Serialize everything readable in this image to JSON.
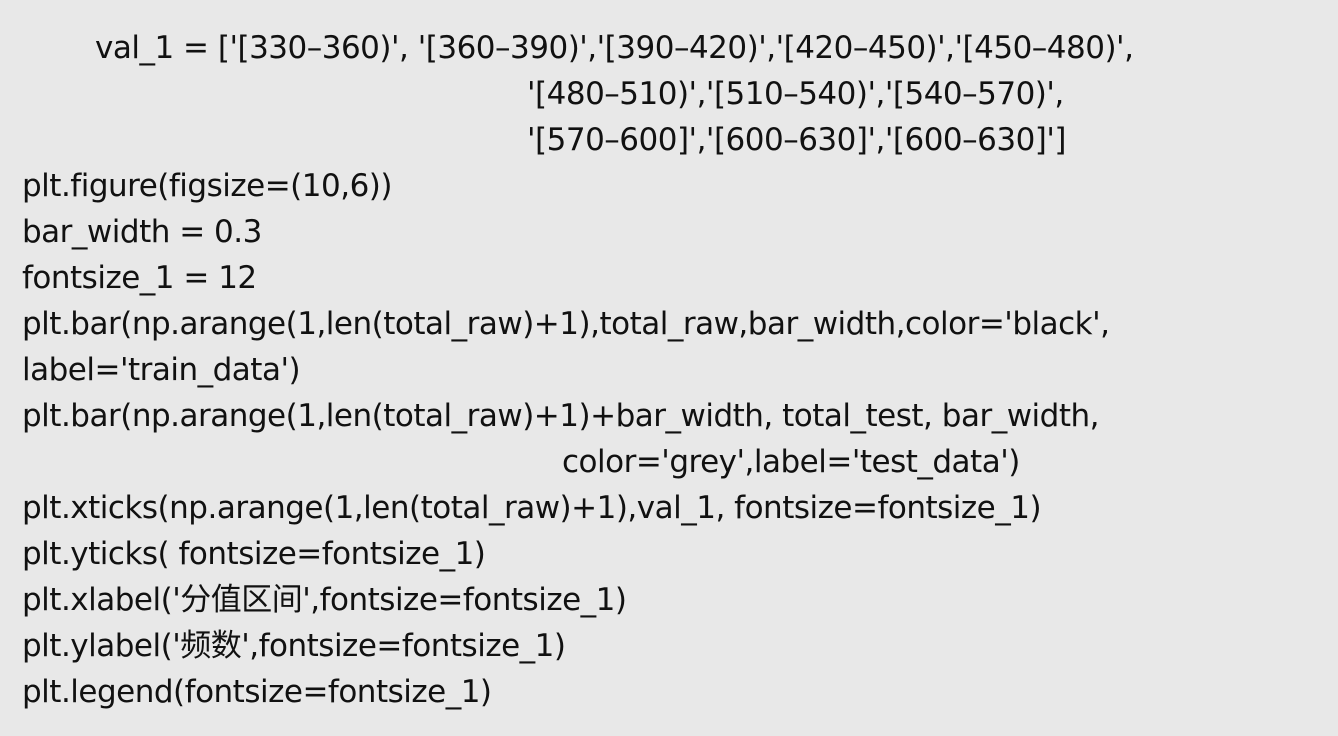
{
  "code_snippet": {
    "lines": [
      "val_1 = ['[330–360)', '[360–390)','[390–420)','[420–450)','[450–480)',",
      "'[480–510)','[510–540)','[540–570)',",
      "'[570–600]','[600–630]','[600–630]']",
      "plt.figure(figsize=(10,6))",
      "bar_width = 0.3",
      "fontsize_1 = 12",
      "plt.bar(np.arange(1,len(total_raw)+1),total_raw,bar_width,color='black',",
      "label='train_data')",
      "plt.bar(np.arange(1,len(total_raw)+1)+bar_width, total_test, bar_width,",
      "color='grey',label='test_data')",
      "plt.xticks(np.arange(1,len(total_raw)+1),val_1, fontsize=fontsize_1)",
      "plt.yticks( fontsize=fontsize_1)",
      "plt.xlabel('分值区间',fontsize=fontsize_1)",
      "plt.ylabel('频数',fontsize=fontsize_1)",
      "plt.legend(fontsize=fontsize_1)"
    ]
  }
}
